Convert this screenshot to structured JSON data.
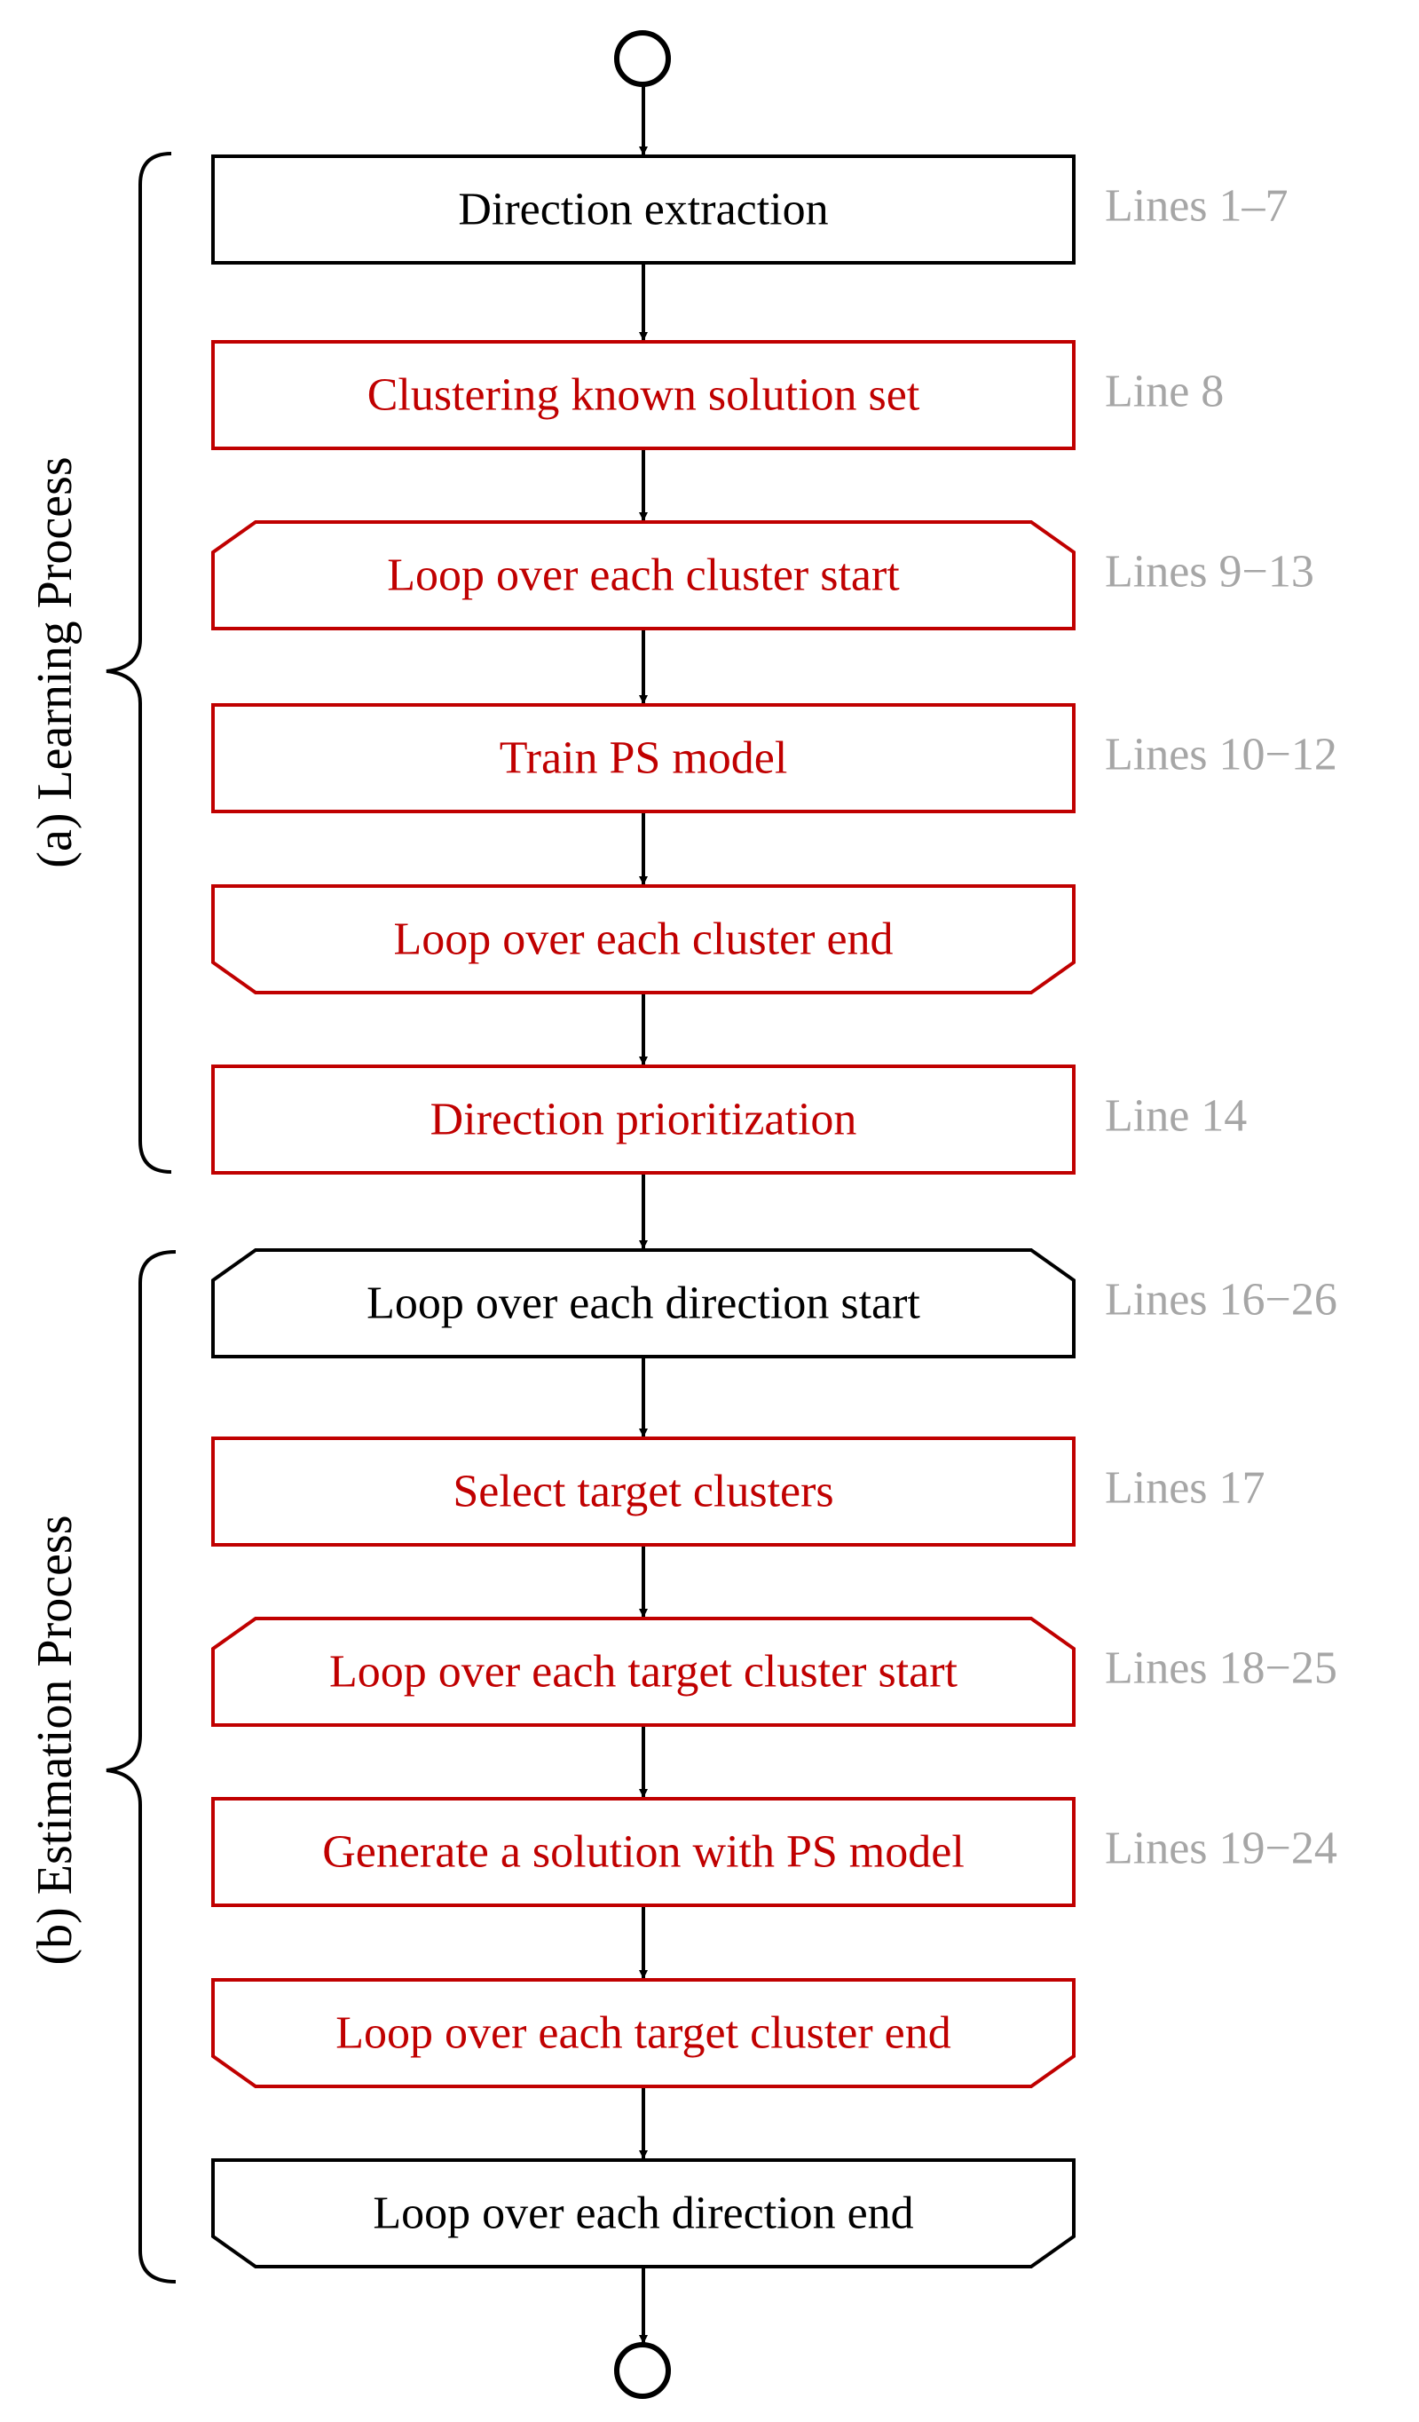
{
  "colors": {
    "black": "#000000",
    "red": "#c00000",
    "gray": "#a6a6a6"
  },
  "groups": [
    {
      "label": "(a) Learning Process"
    },
    {
      "label": "(b) Estimation Process"
    }
  ],
  "nodes": [
    {
      "label": "Direction extraction",
      "shape": "rect",
      "color": "black",
      "ref": "Lines 1–7"
    },
    {
      "label": "Clustering known solution set",
      "shape": "rect",
      "color": "red",
      "ref": "Line 8"
    },
    {
      "label": "Loop over each cluster start",
      "shape": "loop-start",
      "color": "red",
      "ref": "Lines 9−13"
    },
    {
      "label": "Train PS model",
      "shape": "rect",
      "color": "red",
      "ref": "Lines 10−12"
    },
    {
      "label": "Loop over each cluster end",
      "shape": "loop-end",
      "color": "red",
      "ref": ""
    },
    {
      "label": "Direction prioritization",
      "shape": "rect",
      "color": "red",
      "ref": "Line 14"
    },
    {
      "label": "Loop over each direction start",
      "shape": "loop-start",
      "color": "black",
      "ref": "Lines 16−26"
    },
    {
      "label": "Select target clusters",
      "shape": "rect",
      "color": "red",
      "ref": "Lines 17"
    },
    {
      "label": "Loop over each target cluster start",
      "shape": "loop-start",
      "color": "red",
      "ref": "Lines 18−25"
    },
    {
      "label": "Generate a solution with PS model",
      "shape": "rect",
      "color": "red",
      "ref": "Lines 19−24"
    },
    {
      "label": "Loop over each target cluster end",
      "shape": "loop-end",
      "color": "red",
      "ref": ""
    },
    {
      "label": "Loop over each direction end",
      "shape": "loop-end",
      "color": "black",
      "ref": ""
    }
  ]
}
